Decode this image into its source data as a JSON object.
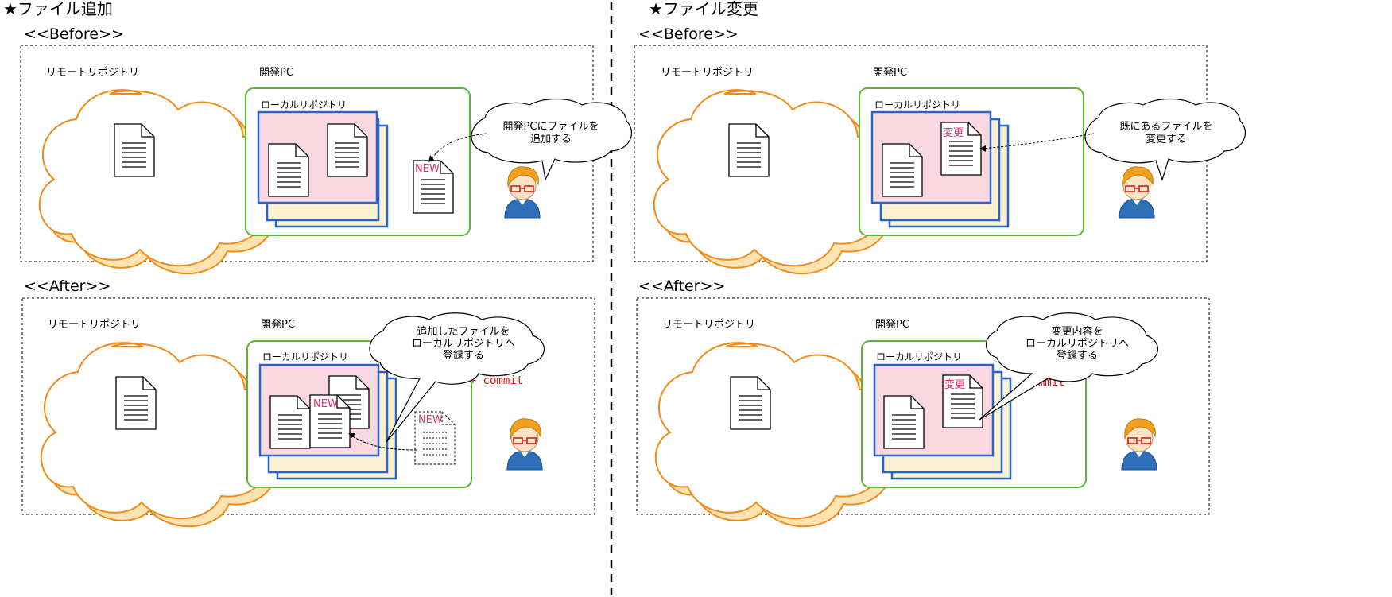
{
  "sections": {
    "add": {
      "title": "★ファイル追加",
      "before_label": "<<Before>>",
      "after_label": "<<After>>",
      "before": {
        "remote_label": "リモートリポジトリ",
        "pc_label": "開発PC",
        "local_label": "ローカルリポジトリ",
        "file_tag": "NEW",
        "bubble_lines": [
          "開発PCにファイルを",
          "追加する"
        ]
      },
      "after": {
        "remote_label": "リモートリポジトリ",
        "pc_label": "開発PC",
        "local_label": "ローカルリポジトリ",
        "file_tag": "NEW",
        "ghost_tag": "NEW",
        "command": "add + commit",
        "bubble_lines": [
          "追加したファイルを",
          "ローカルリポジトリへ",
          "登録する"
        ]
      }
    },
    "change": {
      "title": "★ファイル変更",
      "before_label": "<<Before>>",
      "after_label": "<<After>>",
      "before": {
        "remote_label": "リモートリポジトリ",
        "pc_label": "開発PC",
        "local_label": "ローカルリポジトリ",
        "file_tag": "変更",
        "bubble_lines": [
          "既にあるファイルを",
          "変更する"
        ]
      },
      "after": {
        "remote_label": "リモートリポジトリ",
        "pc_label": "開発PC",
        "local_label": "ローカルリポジトリ",
        "file_tag": "変更",
        "command": "commit",
        "bubble_lines": [
          "変更内容を",
          "ローカルリポジトリへ",
          "登録する"
        ]
      }
    }
  },
  "colors": {
    "cloud_stroke": "#f08a1a",
    "cloud_shadow": "#fde3b0",
    "pc_border": "#5cb531",
    "repo_border": "#2a64c8",
    "repo_front": "#f9d8e2",
    "repo_back": "#fbf0d2",
    "accent_pink": "#e0306a",
    "command_red": "#e01010"
  }
}
